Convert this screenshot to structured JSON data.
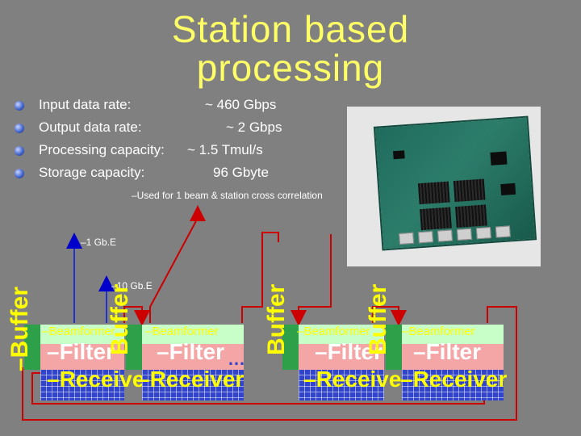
{
  "title": "Station based processing",
  "specs": [
    {
      "label": "Input data rate:",
      "value": "~ 460 Gbps"
    },
    {
      "label": "Output data rate:",
      "value": "~ 2 Gbps"
    },
    {
      "label": "Processing capacity:",
      "value": "~ 1.5 Tmul/s"
    },
    {
      "label": "Storage capacity:",
      "value": "96 Gbyte"
    }
  ],
  "note": "–Used for 1 beam & station cross correlation",
  "links": {
    "gbe_1": "–1 Gb.E",
    "gbe_10": "–10 Gb.E"
  },
  "buffers": [
    "–Buffer",
    "Buffer",
    "Buffer",
    "Buffer"
  ],
  "stages": [
    {
      "beamformer": "–Beamformer",
      "filter": "–Filter",
      "receiver": "–Receiver"
    },
    {
      "beamformer": "–Beamformer",
      "filter": "–Filter",
      "receiver": "–Receiver"
    },
    {
      "beamformer": "–Beamformer",
      "filter": "–Filter",
      "receiver": "–Receiver"
    },
    {
      "beamformer": "–Beamformer",
      "filter": "–Filter",
      "receiver": "–Receiver"
    }
  ],
  "ellipsis": "…",
  "colors": {
    "title": "#ffff66",
    "background": "#808080",
    "beamformer": "#c8ffc8",
    "filter": "#f4a6a6",
    "receiver": "#3344cc",
    "buffer_text": "#ffff00"
  },
  "icons": {
    "bullet": "sphere-bullet-icon",
    "photo": "circuit-board-photo"
  }
}
